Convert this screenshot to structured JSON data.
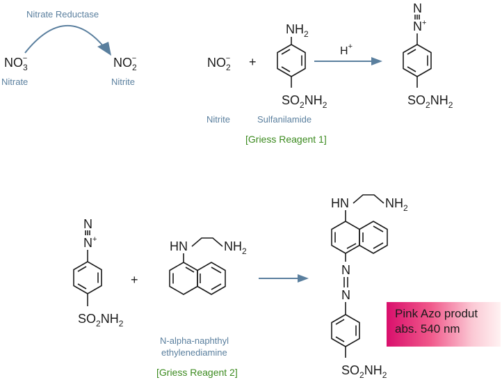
{
  "reaction1": {
    "enzyme_label": "Nitrate Reductase",
    "nitrate_formula": {
      "base": "NO",
      "sub": "3",
      "sup": "−"
    },
    "nitrite_formula": {
      "base": "NO",
      "sub": "2",
      "sup": "−"
    },
    "nitrate_caption": "Nitrate",
    "nitrite_caption": "Nitrite"
  },
  "reaction2": {
    "nitrite_formula": {
      "base": "NO",
      "sub": "2",
      "sup": "−"
    },
    "plus": "+",
    "nh2": {
      "base": "NH",
      "sub": "2"
    },
    "so2nh2": {
      "a": "SO",
      "sub1": "2",
      "b": "NH",
      "sub2": "2"
    },
    "catalyst": {
      "base": "H",
      "sup": "+"
    },
    "nitrite_caption": "Nitrite",
    "sulfanilamide_caption": "Sulfanilamide",
    "reagent_label": "[Griess Reagent 1]",
    "diazonium": {
      "n": "N",
      "nplus": "N",
      "sup": "+"
    }
  },
  "reaction3": {
    "plus": "+",
    "hn_nh2": {
      "hn": "HN",
      "nh": "NH",
      "sub": "2"
    },
    "naphthyl_caption_line1": "N-alpha-naphthyl",
    "naphthyl_caption_line2": "ethylenediamine",
    "reagent_label": "[Griess Reagent 2]",
    "azo_n": "N",
    "product_label_line1": "Pink Azo produt",
    "product_label_line2": "abs. 540 nm"
  },
  "colors": {
    "caption": "#5a7f9e",
    "reagent": "#3b8a1e",
    "pink_start": "#d90f6c",
    "pink_end": "#fff2f2"
  }
}
